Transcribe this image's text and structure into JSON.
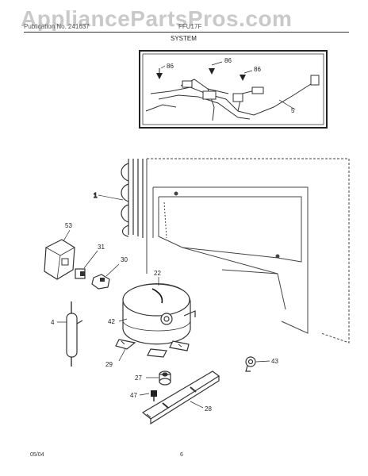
{
  "watermark": "AppliancePartsPros.com",
  "header": {
    "left": "Publication No. 241637",
    "right": "FFU17F",
    "section": "SYSTEM"
  },
  "callouts": {
    "screw_a": "86",
    "screw_b": "86",
    "screw_c": "86",
    "harness": "5",
    "condenser": "1",
    "relay_cover": "53",
    "overload": "31",
    "relay": "30",
    "clip": "22",
    "drier": "4",
    "compressor": "42",
    "grommet": "29",
    "grommet_top": "27",
    "screw_base": "47",
    "base_plate": "28",
    "tubing_clamp": "43"
  },
  "footer": {
    "date": "05/04",
    "page": "6"
  }
}
